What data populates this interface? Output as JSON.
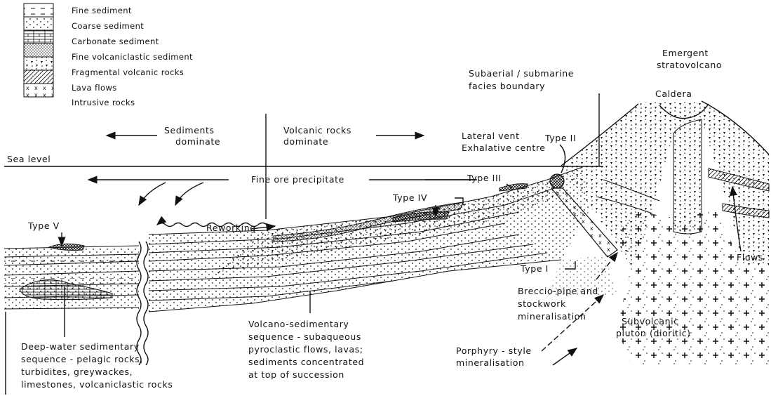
{
  "legend": [
    {
      "pattern": "fine-sediment",
      "label": "Fine sediment"
    },
    {
      "pattern": "coarse-sediment",
      "label": "Coarse sediment"
    },
    {
      "pattern": "carbonate-sediment",
      "label": "Carbonate sediment"
    },
    {
      "pattern": "fine-volcaniclastic",
      "label": "Fine volcaniclastic sediment"
    },
    {
      "pattern": "fragmental-volcanic",
      "label": "Fragmental volcanic rocks"
    },
    {
      "pattern": "lava-flows",
      "label": "Lava flows"
    },
    {
      "pattern": "intrusive",
      "label": "Intrusive rocks"
    }
  ],
  "labels": {
    "sediments_dominate": [
      "Sediments",
      "dominate"
    ],
    "volcanic_dominate": [
      "Volcanic rocks",
      "dominate"
    ],
    "sea_level": "Sea level",
    "fine_ore": "Fine ore precipitate",
    "reworking": "Reworking",
    "type_v": "Type V",
    "type_iv": "Type IV",
    "type_iii": "Type III",
    "type_ii": "Type II",
    "type_i": "Type I",
    "subaerial": [
      "Subaerial / submarine",
      "facies boundary"
    ],
    "lateral_vent": [
      "Lateral vent",
      "Exhalative centre"
    ],
    "emergent": [
      "Emergent",
      "stratovolcano"
    ],
    "caldera": "Caldera",
    "flows": "Flows",
    "breccia": [
      "Breccio-pipe and",
      "stockwork",
      "mineralisation"
    ],
    "subvolcanic": [
      "Subvolcanic",
      "pluton (dioritic)"
    ],
    "porphyry": [
      "Porphyry - style",
      "mineralisation"
    ],
    "volcano_sed": [
      "Volcano-sedimentary",
      "sequence - subaqueous",
      "pyroclastic flows, lavas;",
      "sediments concentrated",
      "at top of succession"
    ],
    "deep_water": [
      "Deep-water sedimentary",
      "sequence - pelagic rocks,",
      "turbidites, greywackes,",
      "limestones, volcaniclastic rocks"
    ]
  }
}
